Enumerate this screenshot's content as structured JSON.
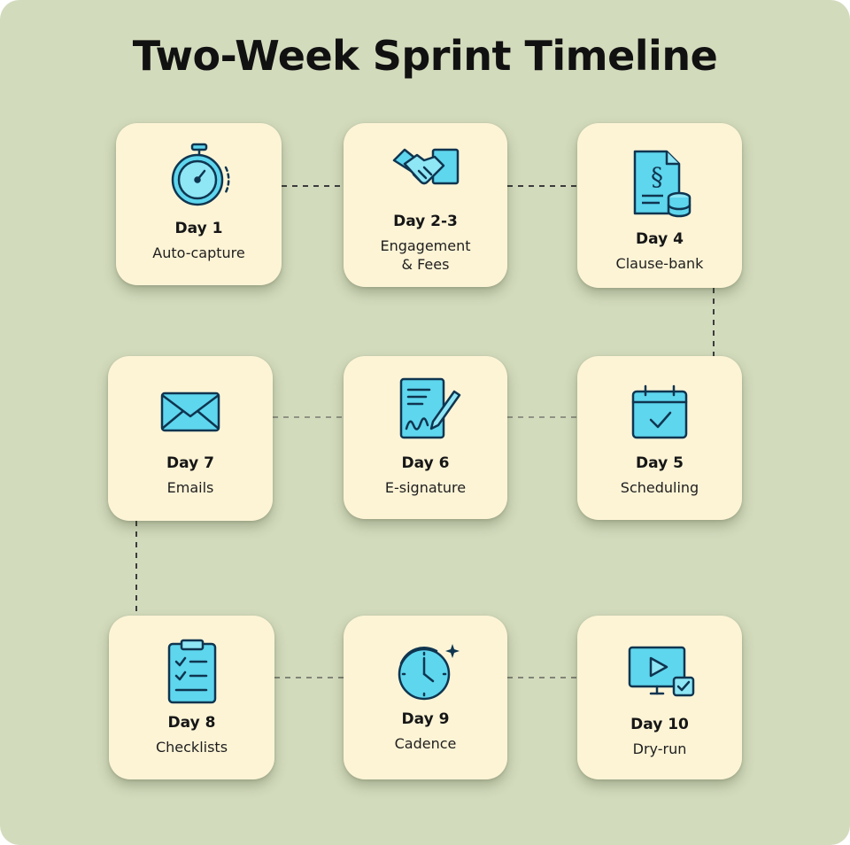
{
  "title": "Two-Week Sprint Timeline",
  "colors": {
    "background": "#d3dbbd",
    "card": "#fdf4d6",
    "icon_fill": "#5ed6ee",
    "icon_stroke": "#0f3550",
    "connector": "#3c3c3c"
  },
  "steps": [
    {
      "day": "Day 1",
      "label": "Auto-capture",
      "icon": "stopwatch-icon"
    },
    {
      "day": "Day 2-3",
      "label": "Engagement\n& Fees",
      "icon": "handshake-icon"
    },
    {
      "day": "Day 4",
      "label": "Clause-bank",
      "icon": "section-document-icon"
    },
    {
      "day": "Day 5",
      "label": "Scheduling",
      "icon": "calendar-check-icon"
    },
    {
      "day": "Day 6",
      "label": "E-signature",
      "icon": "signature-document-icon"
    },
    {
      "day": "Day 7",
      "label": "Emails",
      "icon": "envelope-icon"
    },
    {
      "day": "Day 8",
      "label": "Checklists",
      "icon": "clipboard-checklist-icon"
    },
    {
      "day": "Day 9",
      "label": "Cadence",
      "icon": "clock-refresh-icon"
    },
    {
      "day": "Day 10",
      "label": "Dry-run",
      "icon": "monitor-play-icon"
    }
  ]
}
